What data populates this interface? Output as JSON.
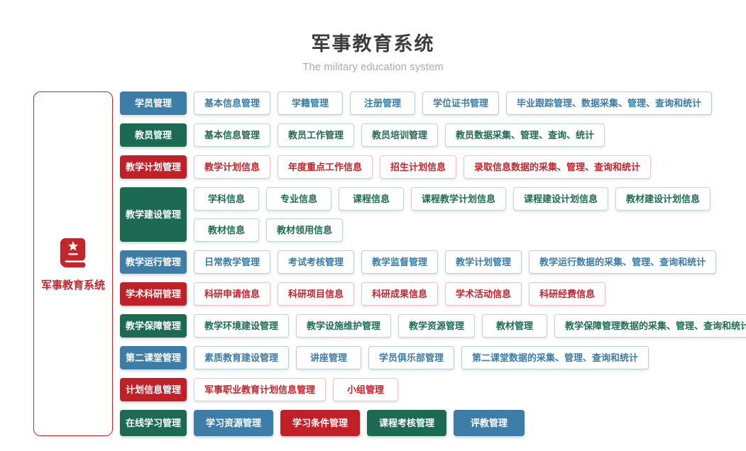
{
  "header": {
    "title": "军事教育系统",
    "subtitle": "The military education system"
  },
  "root": {
    "label": "军事教育系统",
    "icon": "book-star-icon"
  },
  "colors": {
    "blue": {
      "solid": "#3d7ea8",
      "text": "#3a7ca6",
      "border": "#b5cee0"
    },
    "green": {
      "solid": "#1d6a52",
      "text": "#1f6b54",
      "border": "#bdd8ce"
    },
    "red": {
      "solid": "#c02128",
      "text": "#c0262c",
      "border": "#eec3c4"
    }
  },
  "rows": [
    {
      "category": {
        "label": "学员管理",
        "color": "blue"
      },
      "lines": [
        [
          {
            "label": "基本信息管理",
            "color": "blue",
            "variant": "outline"
          },
          {
            "label": "学籍管理",
            "color": "blue",
            "variant": "outline"
          },
          {
            "label": "注册管理",
            "color": "blue",
            "variant": "outline"
          },
          {
            "label": "学位证书管理",
            "color": "blue",
            "variant": "outline"
          },
          {
            "label": "毕业跟踪管理、数据采集、管理、查询和统计",
            "color": "blue",
            "variant": "outline"
          }
        ]
      ]
    },
    {
      "category": {
        "label": "教员管理",
        "color": "green"
      },
      "lines": [
        [
          {
            "label": "基本信息管理",
            "color": "green",
            "variant": "outline"
          },
          {
            "label": "教员工作管理",
            "color": "green",
            "variant": "outline"
          },
          {
            "label": "教员培训管理",
            "color": "green",
            "variant": "outline"
          },
          {
            "label": "教员数据采集、管理、查询、统计",
            "color": "green",
            "variant": "outline"
          }
        ]
      ]
    },
    {
      "category": {
        "label": "教学计划管理",
        "color": "red"
      },
      "lines": [
        [
          {
            "label": "教学计划信息",
            "color": "red",
            "variant": "outline"
          },
          {
            "label": "年度重点工作信息",
            "color": "red",
            "variant": "outline"
          },
          {
            "label": "招生计划信息",
            "color": "red",
            "variant": "outline"
          },
          {
            "label": "录取信息数据的采集、管理、查询和统计",
            "color": "red",
            "variant": "outline"
          }
        ]
      ]
    },
    {
      "category": {
        "label": "教学建设管理",
        "color": "green"
      },
      "lines": [
        [
          {
            "label": "学科信息",
            "color": "green",
            "variant": "outline"
          },
          {
            "label": "专业信息",
            "color": "green",
            "variant": "outline"
          },
          {
            "label": "课程信息",
            "color": "green",
            "variant": "outline"
          },
          {
            "label": "课程教学计划信息",
            "color": "green",
            "variant": "outline"
          },
          {
            "label": "课程建设计划信息",
            "color": "green",
            "variant": "outline"
          },
          {
            "label": "教材建设计划信息",
            "color": "green",
            "variant": "outline"
          }
        ],
        [
          {
            "label": "教材信息",
            "color": "green",
            "variant": "outline"
          },
          {
            "label": "教材领用信息",
            "color": "green",
            "variant": "outline"
          }
        ]
      ]
    },
    {
      "category": {
        "label": "教学运行管理",
        "color": "blue"
      },
      "lines": [
        [
          {
            "label": "日常教学管理",
            "color": "blue",
            "variant": "outline"
          },
          {
            "label": "考试考核管理",
            "color": "blue",
            "variant": "outline"
          },
          {
            "label": "教学监督管理",
            "color": "blue",
            "variant": "outline"
          },
          {
            "label": "教学计划管理",
            "color": "blue",
            "variant": "outline"
          },
          {
            "label": "教学运行数据的采集、管理、查询和统计",
            "color": "blue",
            "variant": "outline"
          }
        ]
      ]
    },
    {
      "category": {
        "label": "学术科研管理",
        "color": "red"
      },
      "lines": [
        [
          {
            "label": "科研申请信息",
            "color": "red",
            "variant": "outline"
          },
          {
            "label": "科研项目信息",
            "color": "red",
            "variant": "outline"
          },
          {
            "label": "科研成果信息",
            "color": "red",
            "variant": "outline"
          },
          {
            "label": "学术活动信息",
            "color": "red",
            "variant": "outline"
          },
          {
            "label": "科研经费信息",
            "color": "red",
            "variant": "outline"
          }
        ]
      ]
    },
    {
      "category": {
        "label": "教学保障管理",
        "color": "green"
      },
      "lines": [
        [
          {
            "label": "教学环境建设管理",
            "color": "green",
            "variant": "outline"
          },
          {
            "label": "教学设施维护管理",
            "color": "green",
            "variant": "outline"
          },
          {
            "label": "教学资源管理",
            "color": "green",
            "variant": "outline"
          },
          {
            "label": "教材管理",
            "color": "green",
            "variant": "outline"
          },
          {
            "label": "教学保障管理数据的采集、管理、查询和统计",
            "color": "green",
            "variant": "outline"
          }
        ]
      ]
    },
    {
      "category": {
        "label": "第二课堂管理",
        "color": "blue"
      },
      "lines": [
        [
          {
            "label": "素质教育建设管理",
            "color": "blue",
            "variant": "outline"
          },
          {
            "label": "讲座管理",
            "color": "blue",
            "variant": "outline"
          },
          {
            "label": "学员俱乐部管理",
            "color": "blue",
            "variant": "outline"
          },
          {
            "label": "第二课堂数据的采集、管理、查询和统计",
            "color": "blue",
            "variant": "outline"
          }
        ]
      ]
    },
    {
      "category": {
        "label": "计划信息管理",
        "color": "red"
      },
      "lines": [
        [
          {
            "label": "军事职业教育计划信息管理",
            "color": "red",
            "variant": "outline"
          },
          {
            "label": "小组管理",
            "color": "red",
            "variant": "outline"
          }
        ]
      ]
    },
    {
      "category": {
        "label": "在线学习管理",
        "color": "green"
      },
      "lines": [
        [
          {
            "label": "学习资源管理",
            "color": "blue",
            "variant": "solid"
          },
          {
            "label": "学习条件管理",
            "color": "red",
            "variant": "solid"
          },
          {
            "label": "课程考核管理",
            "color": "green",
            "variant": "solid"
          },
          {
            "label": "评教管理",
            "color": "blue",
            "variant": "solid"
          }
        ]
      ]
    }
  ]
}
